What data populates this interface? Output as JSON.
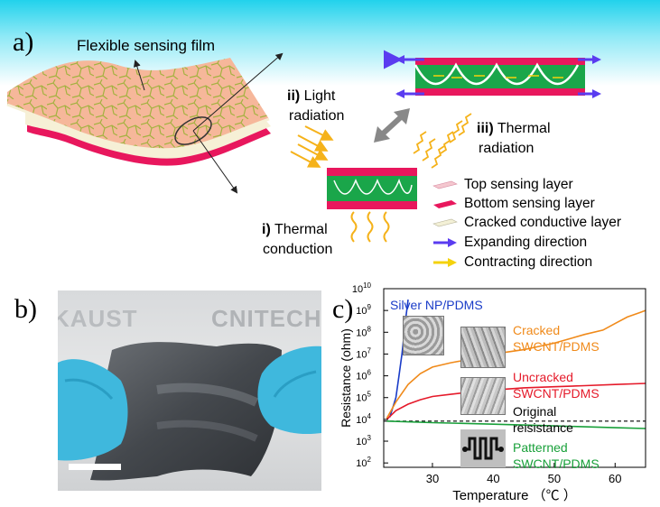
{
  "panel_a": {
    "label": "a)",
    "film_title": "Flexible sensing film",
    "mech_ii_num": "ii)",
    "mech_ii_text_1": "Light",
    "mech_ii_text_2": "radiation",
    "mech_iii_num": "iii)",
    "mech_iii_text_1": "Thermal",
    "mech_iii_text_2": "radiation",
    "mech_i_num": "i)",
    "mech_i_text_1": "Thermal",
    "mech_i_text_2": "conduction",
    "legend": [
      {
        "label": "Top sensing layer",
        "icon": "top-layer-swatch",
        "color": "#f4c7cf"
      },
      {
        "label": "Bottom sensing layer",
        "icon": "bottom-layer-swatch",
        "color": "#e8175d"
      },
      {
        "label": "Cracked conductive layer",
        "icon": "cracked-layer-swatch",
        "color": "#f3f0d6"
      },
      {
        "label": "Expanding direction",
        "icon": "blue-arrow",
        "color": "#5a3cf0"
      },
      {
        "label": "Contracting direction",
        "icon": "yellow-arrow",
        "color": "#f4d20c"
      }
    ]
  },
  "panel_b": {
    "label": "b)",
    "photo_text_1": "KAUST",
    "photo_text_2": "CNITECH"
  },
  "panel_c": {
    "label": "c)",
    "labels": {
      "silver": "Silver NP/PDMS",
      "cracked_1": "Cracked",
      "cracked_2": "SWCNT/PDMS",
      "uncracked_1": "Uncracked",
      "uncracked_2": "SWCNT/PDMS",
      "original_1": "Original",
      "original_2": "reisistance",
      "patterned_1": "Patterned",
      "patterned_2": "SWCNT/PDMS"
    }
  },
  "chart_data": {
    "type": "line",
    "xlabel": "Temperature （℃ ）",
    "ylabel": "Resistance (ohm)",
    "xlim": [
      22,
      65
    ],
    "ylim_log10": [
      1.8,
      10
    ],
    "x_ticks": [
      30,
      40,
      50,
      60
    ],
    "y_ticks": [
      {
        "base": "10",
        "exp": "2"
      },
      {
        "base": "10",
        "exp": "3"
      },
      {
        "base": "10",
        "exp": "4"
      },
      {
        "base": "10",
        "exp": "5"
      },
      {
        "base": "10",
        "exp": "6"
      },
      {
        "base": "10",
        "exp": "7"
      },
      {
        "base": "10",
        "exp": "8"
      },
      {
        "base": "10",
        "exp": "9"
      },
      {
        "base": "10",
        "exp": "10"
      }
    ],
    "y_scale": "log",
    "series": [
      {
        "name": "Silver NP/PDMS",
        "color": "#1a3cc8",
        "x": [
          23,
          24,
          24.5,
          25,
          25.3,
          25.6,
          26
        ],
        "log10_y": [
          4.1,
          5,
          6,
          7,
          7.8,
          8.6,
          9.5
        ]
      },
      {
        "name": "Cracked SWCNT/PDMS",
        "color": "#f08a1a",
        "x": [
          22.5,
          24,
          26,
          28,
          30,
          33,
          36,
          38,
          40,
          45,
          50,
          55,
          58,
          60,
          62,
          64,
          65
        ],
        "log10_y": [
          4.05,
          4.8,
          5.6,
          6.1,
          6.4,
          6.6,
          6.75,
          6.8,
          7.0,
          7.2,
          7.5,
          7.9,
          8.1,
          8.4,
          8.7,
          8.9,
          9.0
        ]
      },
      {
        "name": "Uncracked SWCNT/PDMS",
        "color": "#e51a2a",
        "x": [
          22.5,
          24,
          26,
          28,
          30,
          33,
          36,
          40,
          45,
          50,
          55,
          60,
          65
        ],
        "log10_y": [
          4.0,
          4.4,
          4.7,
          4.9,
          5.05,
          5.15,
          5.25,
          5.35,
          5.45,
          5.5,
          5.55,
          5.6,
          5.65
        ]
      },
      {
        "name": "Original reisistance",
        "color": "#000000",
        "dashed": true,
        "x": [
          22,
          65
        ],
        "log10_y": [
          3.92,
          3.92
        ]
      },
      {
        "name": "Patterned SWCNT/PDMS",
        "color": "#19a03a",
        "x": [
          22.5,
          30,
          40,
          50,
          60,
          65
        ],
        "log10_y": [
          3.92,
          3.85,
          3.78,
          3.7,
          3.62,
          3.58
        ]
      }
    ]
  }
}
